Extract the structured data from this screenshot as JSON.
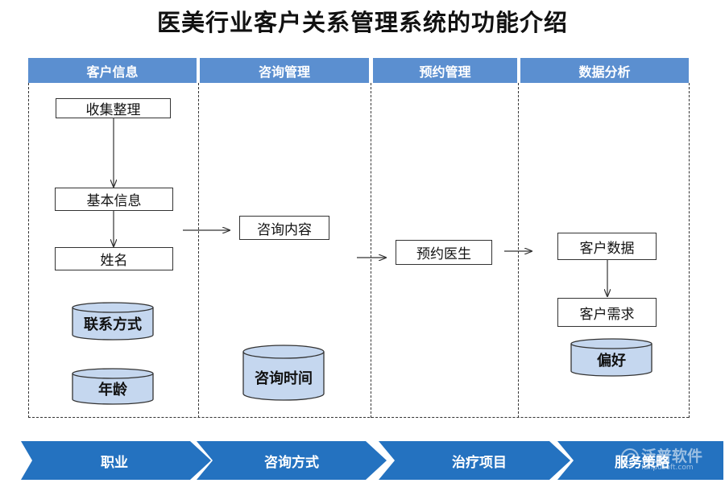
{
  "title": "医美行业客户关系管理系统的功能介绍",
  "columns": [
    "客户信息",
    "咨询管理",
    "预约管理",
    "数据分析"
  ],
  "boxes": {
    "collect": "收集整理",
    "basic_info": "基本信息",
    "name": "姓名",
    "consult_content": "咨询内容",
    "book_doctor": "预约医生",
    "customer_data": "客户数据",
    "customer_needs": "客户需求"
  },
  "cylinders": {
    "contact": "联系方式",
    "age": "年龄",
    "consult_time": "咨询时间",
    "preference": "偏好"
  },
  "bottom_steps": [
    "职业",
    "咨询方式",
    "治疗项目",
    "服务策略"
  ],
  "watermark": {
    "text": "泛普软件",
    "sub": "fanpusoft.com"
  },
  "colors": {
    "header": "#5b8fd0",
    "cylinder_fill": "#c5d7ef",
    "chevron": "#2472c0"
  }
}
